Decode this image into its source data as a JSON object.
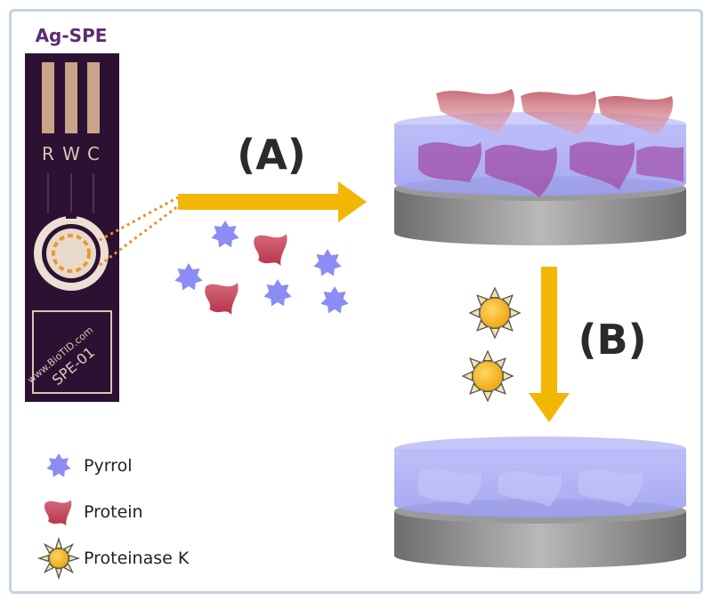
{
  "electrode": {
    "title": "Ag-SPE",
    "pin_labels": [
      "R",
      "W",
      "C"
    ],
    "brand_text": "www.BioTID.com",
    "model_text": "SPE-01"
  },
  "steps": {
    "a_label": "(A)",
    "b_label": "(B)"
  },
  "legend": {
    "items": [
      {
        "label": "Pyrrol",
        "icon": "pyrrol-star-icon"
      },
      {
        "label": "Protein",
        "icon": "protein-icon"
      },
      {
        "label": "Proteinase K",
        "icon": "proteinase-sun-icon"
      }
    ]
  },
  "colors": {
    "pyrrol": "#8c8cf5",
    "protein": "#c7475a",
    "arrow": "#f2b705",
    "electrode_bg": "#2b1030",
    "film": "#a9abf5",
    "substrate": "#8a8a8a"
  }
}
